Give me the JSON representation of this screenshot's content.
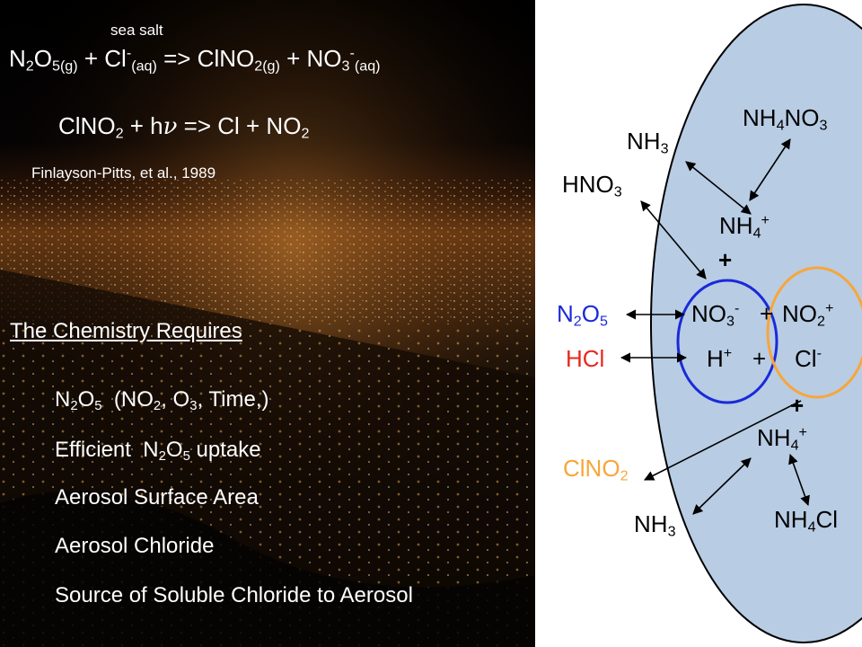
{
  "left_panel": {
    "annotation": "sea salt",
    "reaction1": {
      "n2o": "N",
      "n2o_sub": "2",
      "o": "O",
      "o_sub": "5(g)",
      "plus_cl": " + Cl",
      "cl_sup": "-",
      "cl_sub": "(aq)",
      "arrow": " => ClNO",
      "clno2_sub": "2(g)",
      "plus_no3": " + NO",
      "no3_sub": "3",
      "no3_sup": "-",
      "no3_phase": "(aq)"
    },
    "reaction2": {
      "a": "ClNO",
      "a_sub": "2",
      "b": " + h",
      "nu": "ν",
      "c": " => Cl + NO",
      "c_sub": "2"
    },
    "citation": "Finlayson-Pitts, et al., 1989",
    "requires_heading": "The Chemistry Requires",
    "requirements": {
      "r1": {
        "a": "N",
        "a_sub": "2",
        "b": "O",
        "b_sub": "5",
        "c": "  (NO",
        "c_sub": "2",
        "d": ", O",
        "d_sub": "3",
        "e": ", Time,)"
      },
      "r2": {
        "a": "Efficient  N",
        "a_sub": "2",
        "b": "O",
        "b_sub": "5",
        "c": " uptake"
      },
      "r3": "Aerosol Surface Area",
      "r4": "Aerosol Chloride",
      "r5": "Source of Soluble Chloride to Aerosol"
    }
  },
  "diagram": {
    "nh4no3": {
      "a": "NH",
      "a_sub": "4",
      "b": "NO",
      "b_sub": "3"
    },
    "nh3_top": {
      "a": "NH",
      "a_sub": "3"
    },
    "hno3": {
      "a": "HNO",
      "a_sub": "3"
    },
    "nh4_top": {
      "a": "NH",
      "a_sub": "4",
      "a_sup": "+"
    },
    "plus_top": "+",
    "n2o5": {
      "a": "N",
      "a_sub": "2",
      "b": "O",
      "b_sub": "5"
    },
    "no3_ion": {
      "a": "NO",
      "a_sub": "3",
      "a_sup": "-"
    },
    "plus_mid": "+",
    "no2_ion": {
      "a": "NO",
      "a_sub": "2",
      "a_sup": "+"
    },
    "hcl": "HCl",
    "h_ion": {
      "a": "H",
      "a_sup": "+"
    },
    "plus_h": "+",
    "cl_ion": {
      "a": "Cl",
      "a_sup": "-"
    },
    "plus_bottom": "+",
    "nh4_bottom": {
      "a": "NH",
      "a_sub": "4",
      "a_sup": "+"
    },
    "clno2": {
      "a": "ClNO",
      "a_sub": "2"
    },
    "nh3_bottom": {
      "a": "NH",
      "a_sub": "3"
    },
    "nh4cl": {
      "a": "NH",
      "a_sub": "4",
      "b": "Cl"
    }
  },
  "colors": {
    "aerosol_fill": "#b8cce4",
    "blue_ellipse": "#1a2ad8",
    "orange_ellipse": "#f7a63a",
    "n2o5_text": "#1a2ad8",
    "hcl_text": "#e8281e",
    "clno2_text": "#f7a63a"
  }
}
